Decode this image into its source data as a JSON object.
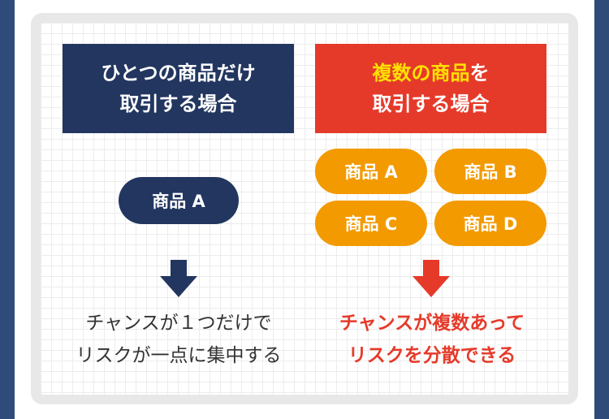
{
  "left": {
    "header_line1": "ひとつの商品だけ",
    "header_line2": "取引する場合",
    "product": "商品 A",
    "caption_line1": "チャンスが１つだけで",
    "caption_line2": "リスクが一点に集中する"
  },
  "right": {
    "header_line1_highlight": "複数の商品",
    "header_line1_rest": "を",
    "header_line2": "取引する場合",
    "products": [
      "商品 A",
      "商品 B",
      "商品 C",
      "商品 D"
    ],
    "caption_line1": "チャンスが複数あって",
    "caption_line2": "リスクを分散できる"
  },
  "colors": {
    "navy": "#22365f",
    "red": "#e53a2a",
    "orange": "#f29a00",
    "highlight": "#ffe100"
  },
  "icons": {
    "left_arrow": "arrow-down-icon",
    "right_arrow": "arrow-down-icon"
  }
}
